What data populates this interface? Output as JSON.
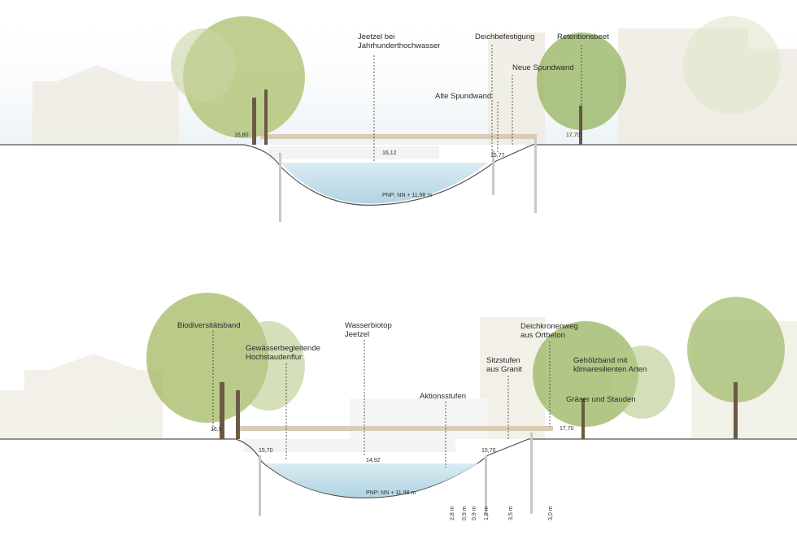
{
  "sections": [
    {
      "labels": [
        {
          "text": "Jeetzel bei\nJahrhunderthochwasser"
        },
        {
          "text": "Deichbefestigung"
        },
        {
          "text": "Retentionsbeet"
        },
        {
          "text": "Neue Spundwand"
        },
        {
          "text": "Alte Spundwand"
        }
      ],
      "elevations": [
        "16,80",
        "16,12",
        "15,77",
        "17,70"
      ],
      "water_level": "PNP: NN + 11,98 m"
    },
    {
      "labels": [
        {
          "text": "Biodiversitätsband"
        },
        {
          "text": "Gewässerbegleitende\nHochstaudenflur"
        },
        {
          "text": "Wasserbiotop\nJeetzel"
        },
        {
          "text": "Deichkronenweg\naus Ortbeton"
        },
        {
          "text": "Sitzstufen\naus Granit"
        },
        {
          "text": "Gehölzband mit\nklimaresilienten Arten"
        },
        {
          "text": "Aktionsstufen"
        },
        {
          "text": "Gräser und Stauden"
        }
      ],
      "elevations": [
        "16,9",
        "15,70",
        "14,92",
        "15,70",
        "17,70"
      ],
      "water_level": "PNP: NN + 11,98 m",
      "dimensions": [
        "2,8 m",
        "0,9 m",
        "0,9 m",
        "1,2 m",
        "3,5 m",
        "3,0 m"
      ]
    }
  ]
}
